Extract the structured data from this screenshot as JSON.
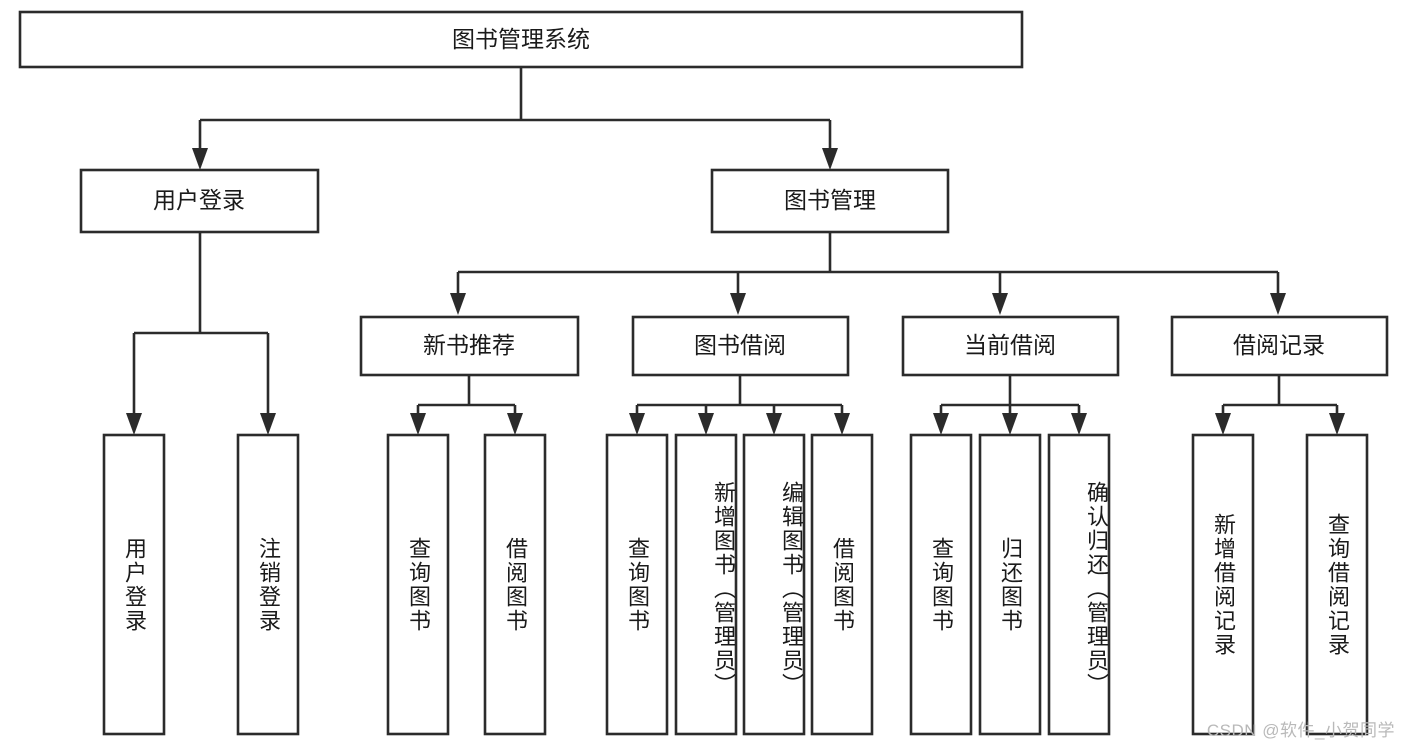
{
  "diagram": {
    "type": "tree-hierarchy",
    "title": "图书管理系统",
    "watermark": "CSDN @软件_小贺同学",
    "colors": {
      "stroke": "#2b2b2b",
      "box_fill": "#ffffff",
      "text": "#1a1a1a",
      "background": "#ffffff",
      "watermark": "#b9b9b9"
    },
    "levels": [
      {
        "level": 1,
        "nodes": [
          {
            "id": "root",
            "label": "图书管理系统",
            "orientation": "horizontal"
          }
        ]
      },
      {
        "level": 2,
        "nodes": [
          {
            "id": "login",
            "label": "用户登录",
            "orientation": "horizontal",
            "parent": "root"
          },
          {
            "id": "bookmgmt",
            "label": "图书管理",
            "orientation": "horizontal",
            "parent": "root"
          }
        ]
      },
      {
        "level": 3,
        "nodes": [
          {
            "id": "newbook",
            "label": "新书推荐",
            "orientation": "horizontal",
            "parent": "bookmgmt"
          },
          {
            "id": "borrow",
            "label": "图书借阅",
            "orientation": "horizontal",
            "parent": "bookmgmt"
          },
          {
            "id": "current",
            "label": "当前借阅",
            "orientation": "horizontal",
            "parent": "bookmgmt"
          },
          {
            "id": "records",
            "label": "借阅记录",
            "orientation": "horizontal",
            "parent": "bookmgmt"
          }
        ]
      },
      {
        "level": 4,
        "nodes": [
          {
            "id": "leaf1",
            "label": "用户登录",
            "orientation": "vertical",
            "parent": "login"
          },
          {
            "id": "leaf2",
            "label": "注销登录",
            "orientation": "vertical",
            "parent": "login"
          },
          {
            "id": "leaf3",
            "label": "查询图书",
            "orientation": "vertical",
            "parent": "newbook"
          },
          {
            "id": "leaf4",
            "label": "借阅图书",
            "orientation": "vertical",
            "parent": "newbook"
          },
          {
            "id": "leaf5",
            "label": "查询图书",
            "orientation": "vertical",
            "parent": "borrow"
          },
          {
            "id": "leaf6",
            "label": "新增图书（管理员）",
            "orientation": "vertical",
            "parent": "borrow"
          },
          {
            "id": "leaf7",
            "label": "编辑图书（管理员）",
            "orientation": "vertical",
            "parent": "borrow"
          },
          {
            "id": "leaf8",
            "label": "借阅图书",
            "orientation": "vertical",
            "parent": "borrow"
          },
          {
            "id": "leaf9",
            "label": "查询图书",
            "orientation": "vertical",
            "parent": "current"
          },
          {
            "id": "leaf10",
            "label": "归还图书",
            "orientation": "vertical",
            "parent": "current"
          },
          {
            "id": "leaf11",
            "label": "确认归还（管理员）",
            "orientation": "vertical",
            "parent": "current"
          },
          {
            "id": "leaf12",
            "label": "新增借阅记录",
            "orientation": "vertical",
            "parent": "records"
          },
          {
            "id": "leaf13",
            "label": "查询借阅记录",
            "orientation": "vertical",
            "parent": "records"
          }
        ]
      }
    ]
  }
}
